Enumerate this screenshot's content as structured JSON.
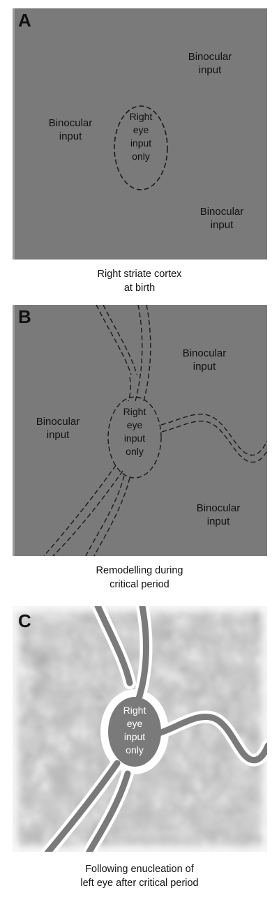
{
  "panels": [
    {
      "letter": "A",
      "labels": {
        "binocular_top_right": [
          "Binocular",
          "input"
        ],
        "binocular_left": [
          "Binocular",
          "input"
        ],
        "binocular_bottom_right": [
          "Binocular",
          "input"
        ],
        "center": [
          "Right",
          "eye",
          "input",
          "only"
        ]
      },
      "caption": [
        "Right striate cortex",
        "at birth"
      ]
    },
    {
      "letter": "B",
      "labels": {
        "binocular_top_right": [
          "Binocular",
          "input"
        ],
        "binocular_left": [
          "Binocular",
          "input"
        ],
        "binocular_bottom_right": [
          "Binocular",
          "input"
        ],
        "center": [
          "Right",
          "eye",
          "input",
          "only"
        ]
      },
      "caption": [
        "Remodelling during",
        "critical period"
      ]
    },
    {
      "letter": "C",
      "labels": {
        "center": [
          "Right",
          "eye",
          "input",
          "only"
        ]
      },
      "caption": [
        "Following enucleation of",
        "left eye after critical period"
      ]
    }
  ],
  "colors": {
    "panel_gray": "#7a7a7a",
    "line_dark": "#1a1a1a",
    "background": "#ffffff"
  }
}
